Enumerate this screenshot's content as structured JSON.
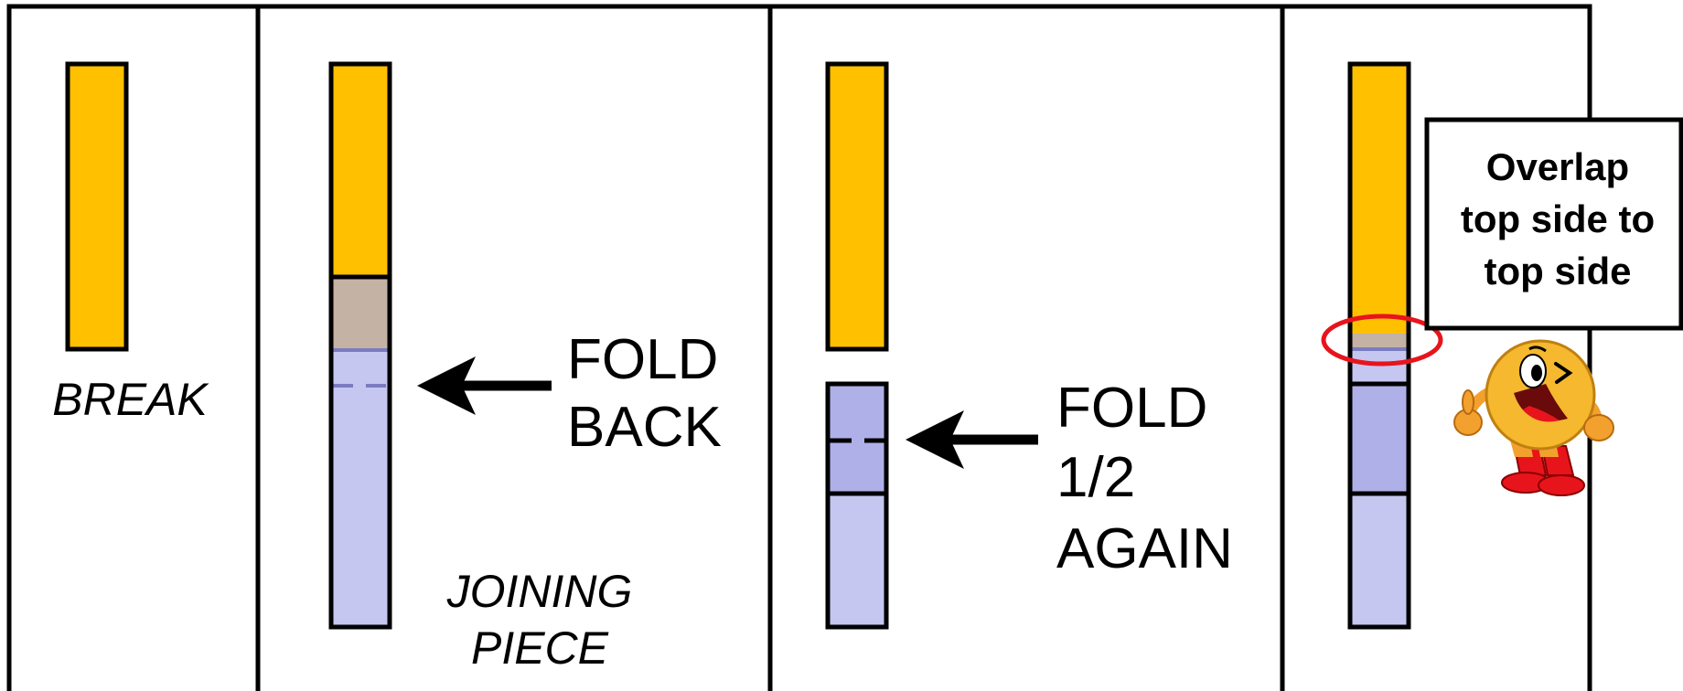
{
  "colors": {
    "gold": "#FFC000",
    "taupe": "#C4B2A5",
    "lavender": "#C5C7F0",
    "lavender_dark": "#AFB0E8",
    "fold_line": "#7B7CC0",
    "highlight_ring": "#E8141C",
    "outline": "#000000",
    "background": "#FFFFFF"
  },
  "panels": [
    {
      "name": "break",
      "labels": [
        "BREAK"
      ]
    },
    {
      "name": "joining-piece",
      "labels": [
        "JOINING",
        "PIECE"
      ],
      "instruction": [
        "FOLD",
        "BACK"
      ]
    },
    {
      "name": "fold-half",
      "instruction": [
        "FOLD",
        "1/2",
        "AGAIN"
      ]
    },
    {
      "name": "overlap",
      "callout": [
        "Overlap",
        "top side to",
        "top side"
      ]
    }
  ],
  "icons": {
    "arrow": "left-arrow-icon",
    "mascot": "pacman-thumbs-up-icon",
    "ring": "highlight-circle-icon"
  }
}
